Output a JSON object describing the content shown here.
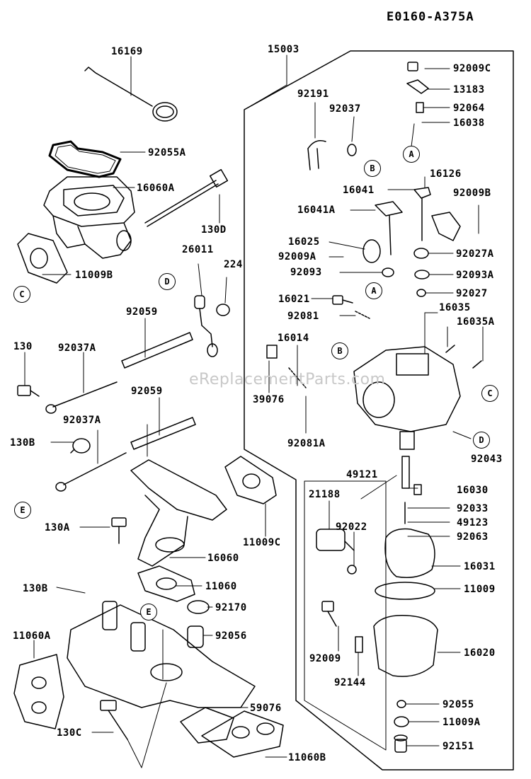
{
  "diagram_code": "E0160-A375A",
  "watermark": "eReplacementParts.com",
  "part_numbers": [
    "16169",
    "15003",
    "92009C",
    "92055A",
    "92191",
    "92037",
    "13183",
    "92064",
    "16038",
    "16060A",
    "130D",
    "16126",
    "16041",
    "92009B",
    "16041A",
    "11009B",
    "26011",
    "224",
    "16025",
    "92027A",
    "92009A",
    "92093",
    "92093A",
    "92027",
    "92059",
    "16021",
    "16035",
    "130",
    "92037A",
    "92081",
    "16035A",
    "16014",
    "92059",
    "39076",
    "92037A",
    "130B",
    "92081A",
    "92043",
    "49121",
    "21188",
    "16030",
    "92033",
    "11009C",
    "130A",
    "92022",
    "49123",
    "92063",
    "16060",
    "16031",
    "130B",
    "11060",
    "11009",
    "92170",
    "11060A",
    "92056",
    "16020",
    "92009",
    "92144",
    "59076",
    "130C",
    "92055",
    "11009A",
    "92151",
    "11060B"
  ],
  "ref_letters": [
    "A",
    "B",
    "C",
    "D",
    "E"
  ]
}
